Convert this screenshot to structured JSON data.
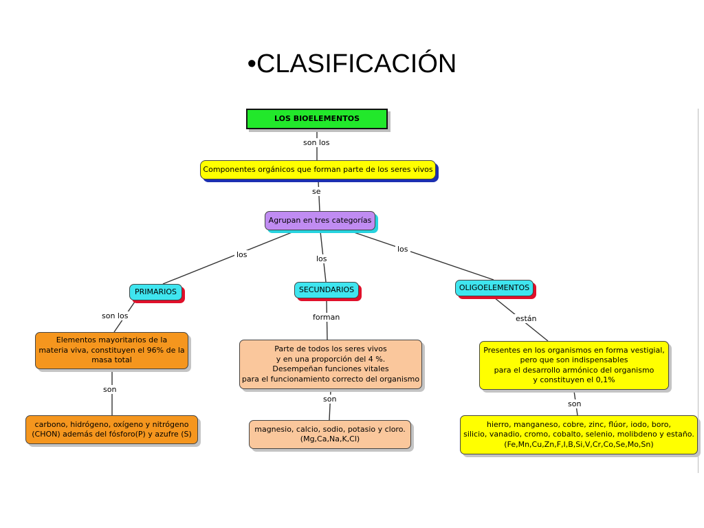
{
  "slide": {
    "title": "•CLASIFICACIÓN"
  },
  "map": {
    "root": {
      "text": "LOS BIOELEMENTOS",
      "color": "#22e82b"
    },
    "link_root": "son los",
    "components": {
      "text": "Componentes orgánicos que forman parte de los seres vivos",
      "color": "#ffff00"
    },
    "link_components": "se",
    "groups": {
      "text": "Agrupan en tres categorías",
      "color": "#c08cf2"
    },
    "branches": [
      {
        "link_top": "los",
        "title": "PRIMARIOS",
        "title_color": "#3fe5ef",
        "link_mid": "son los",
        "desc": "Elementos mayoritarios de la\nmateria viva, constituyen el 96% de la\nmasa total",
        "desc_color": "#f5961e",
        "link_bottom": "son",
        "items": "carbono, hidrógeno, oxígeno y nitrógeno\n(CHON) además del fósforo(P) y azufre (S)",
        "items_color": "#f5961e"
      },
      {
        "link_top": "los",
        "title": "SECUNDARIOS",
        "title_color": "#3fe5ef",
        "link_mid": "forman",
        "desc": "Parte de todos los seres vivos\ny en una proporción del 4 %.\nDesempeñan funciones vitales\npara el funcionamiento correcto del organismo",
        "desc_color": "#fac79c",
        "link_bottom": "son",
        "items": "magnesio, calcio, sodio, potasio y cloro.\n(Mg,Ca,Na,K,Cl)",
        "items_color": "#fac79c"
      },
      {
        "link_top": "los",
        "title": "OLIGOELEMENTOS",
        "title_color": "#3fe5ef",
        "link_mid": "están",
        "desc": "Presentes en los organismos en forma vestigial,\npero que son indispensables\npara el desarrollo armónico del organismo\ny constituyen el 0,1%",
        "desc_color": "#ffff00",
        "link_bottom": "son",
        "items": "hierro, manganeso, cobre, zinc, flúor, iodo, boro,\nsilicio, vanadio, cromo, cobalto, selenio, molibdeno y estaño.\n(Fe,Mn,Cu,Zn,F,I,B,Si,V,Cr,Co,Se,Mo,Sn)",
        "items_color": "#ffff00"
      }
    ]
  }
}
